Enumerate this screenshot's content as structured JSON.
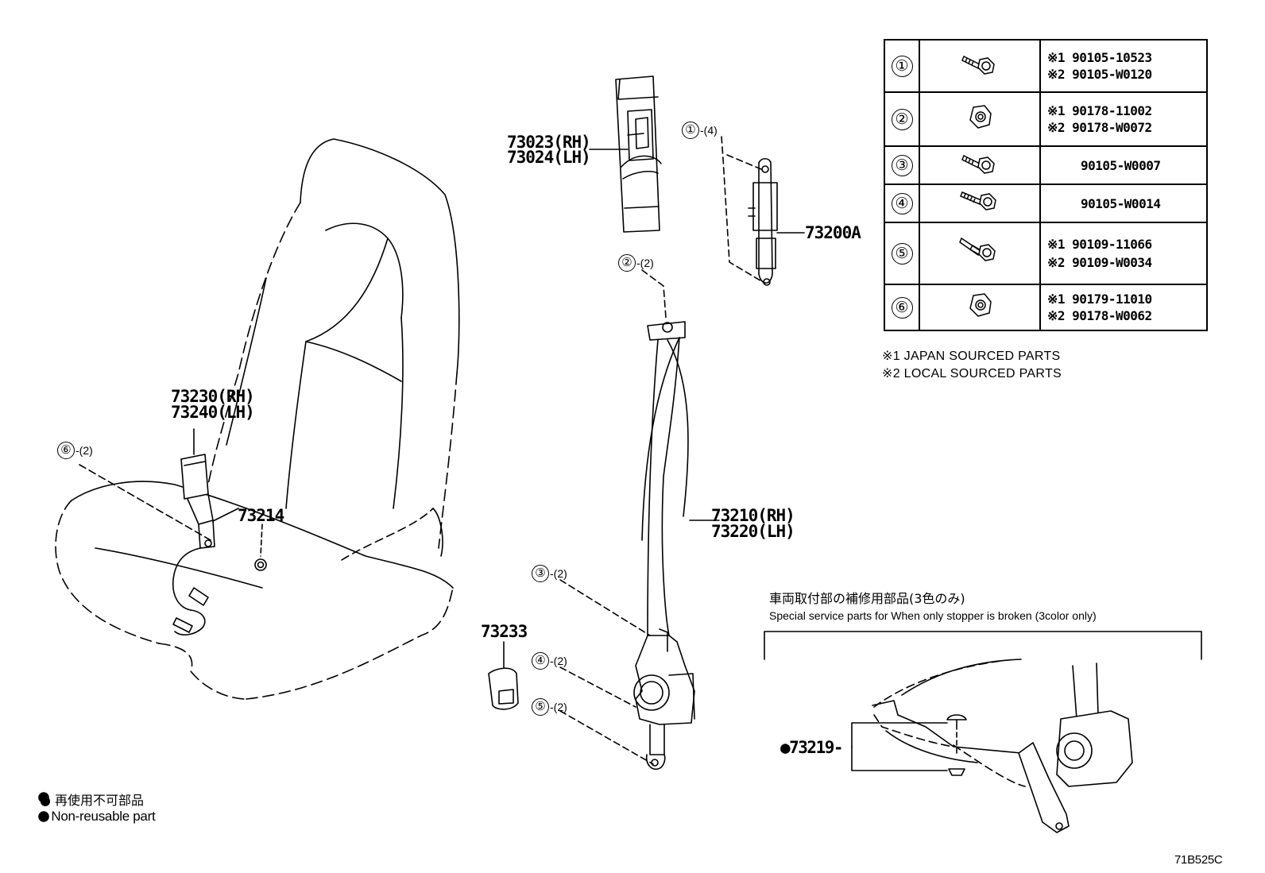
{
  "labels": {
    "garnish": [
      "73023(RH)",
      "73024(LH)"
    ],
    "adjuster": "73200A",
    "buckle": [
      "73230(RH)",
      "73240(LH)"
    ],
    "buckle_part": "73214",
    "retractor": [
      "73210(RH)",
      "73220(LH)"
    ],
    "cover": "73233",
    "stopper": "●73219-"
  },
  "callouts": [
    {
      "num": "①",
      "qty": "-(4)"
    },
    {
      "num": "②",
      "qty": "-(2)"
    },
    {
      "num": "⑥",
      "qty": "-(2)"
    },
    {
      "num": "③",
      "qty": "-(2)"
    },
    {
      "num": "④",
      "qty": "-(2)"
    },
    {
      "num": "⑤",
      "qty": "-(2)"
    }
  ],
  "fastener_table": [
    {
      "num": "①",
      "icon": "bolt-icon",
      "parts": [
        "※1 90105-10523",
        "※2 90105-W0120"
      ]
    },
    {
      "num": "②",
      "icon": "nut-icon",
      "parts": [
        "※1 90178-11002",
        "※2 90178-W0072"
      ]
    },
    {
      "num": "③",
      "icon": "bolt-icon",
      "parts": [
        "90105-W0007"
      ]
    },
    {
      "num": "④",
      "icon": "bolt-icon",
      "parts": [
        "90105-W0014"
      ]
    },
    {
      "num": "⑤",
      "icon": "stud-bolt-icon",
      "parts": [
        "※1 90109-11066",
        "※2 90109-W0034"
      ]
    },
    {
      "num": "⑥",
      "icon": "nut-icon",
      "parts": [
        "※1 90179-11010",
        "※2 90178-W0062"
      ]
    }
  ],
  "notes": [
    "※1  JAPAN SOURCED PARTS",
    "※2  LOCAL SOURCED PARTS"
  ],
  "special": {
    "title_jp": "車両取付部の補修用部品(3色のみ)",
    "title_en": "Special service parts for When only stopper is broken (3color only)"
  },
  "legend": [
    "● 再使用不可部品",
    "● Non-reusable part"
  ],
  "drawing_code": "71B525C"
}
